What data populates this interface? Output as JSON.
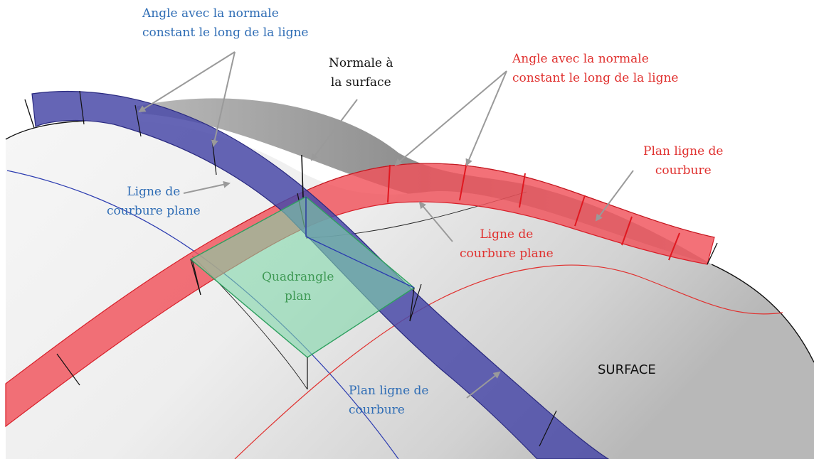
{
  "labels": {
    "blue_angle": [
      "Angle avec la normale",
      "constant le long de la ligne"
    ],
    "normal": [
      "Normale à",
      "la surface"
    ],
    "red_angle": [
      "Angle avec la normale",
      "constant le long de la ligne"
    ],
    "red_plane": [
      "Plan ligne de",
      "courbure"
    ],
    "blue_line": [
      "Ligne de",
      "courbure plane"
    ],
    "red_line": [
      "Ligne de",
      "courbure plane"
    ],
    "quad": [
      "Quadrangle",
      "plan"
    ],
    "blue_plane": [
      "Plan ligne de",
      "courbure"
    ],
    "surface": "SURFACE"
  },
  "colors": {
    "blue_ribbon": "#4a4aa8",
    "red_ribbon": "#f0525a",
    "quad_fill": "#7fd6a8",
    "surface_light": "#f4f4f4",
    "surface_dark": "#a9a9a9",
    "arrow": "#9a9a9a"
  }
}
